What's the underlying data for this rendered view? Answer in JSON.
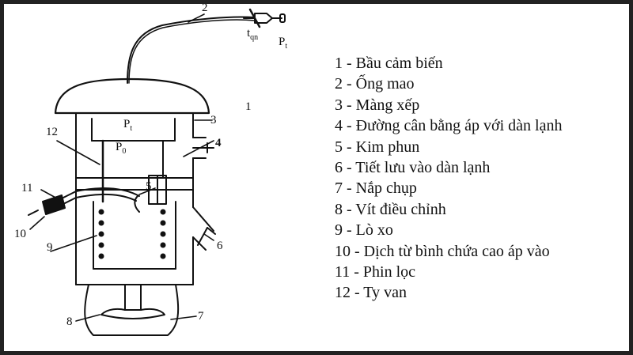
{
  "diagram": {
    "part_labels": {
      "p1": "1",
      "p2": "2",
      "p3": "3",
      "p4": "4",
      "p5": "5",
      "p6": "6",
      "p7": "7",
      "p8": "8",
      "p9": "9",
      "p10": "10",
      "p11": "11",
      "p12": "12"
    },
    "symbols": {
      "pt_top": "P",
      "pt_top_sub": "t",
      "tqn": "t",
      "tqn_sub": "qn",
      "pt_inner": "P",
      "pt_inner_sub": "t",
      "p0": "P",
      "p0_sub": "0"
    }
  },
  "legend": [
    "1 - Bầu cảm biến",
    "2 - Ống mao",
    "3 -  Màng xếp",
    "4 - Đường cân bằng áp với dàn lạnh",
    "5 - Kim phun",
    "6 - Tiết lưu vào dàn lạnh",
    "7 - Nắp chụp",
    "8 - Vít điều chỉnh",
    "9 - Lò xo",
    "10 - Dịch từ bình chứa cao áp vào",
    "11 - Phin lọc",
    "12 - Ty van"
  ]
}
